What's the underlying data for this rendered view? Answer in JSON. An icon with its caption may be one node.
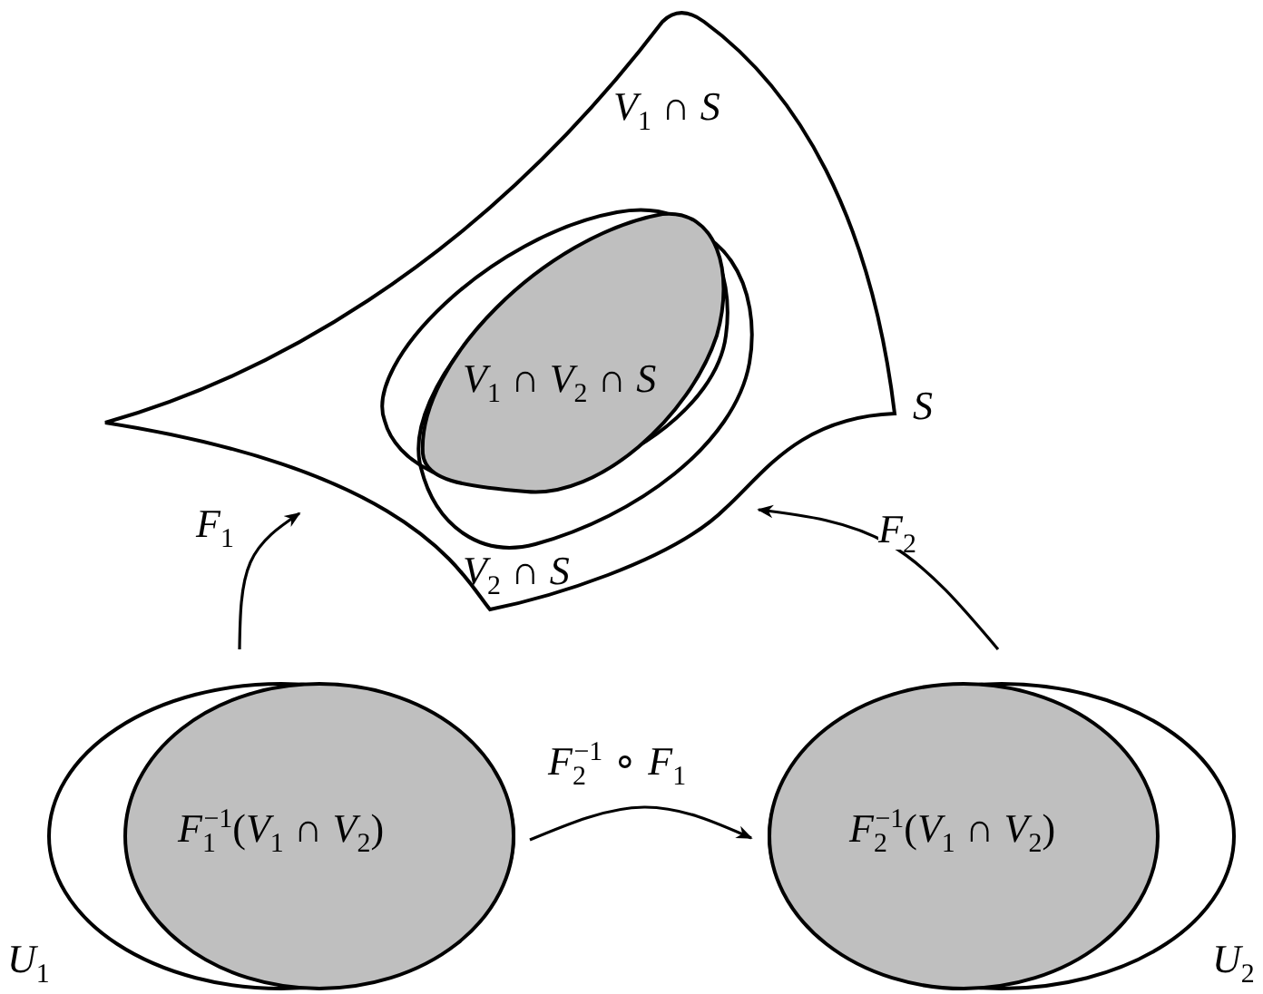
{
  "diagram": {
    "nodes": [
      {
        "text": [
          "*S*"
        ]
      },
      {
        "text": [
          "*V*$_{1}$ ∩ *S*"
        ],
        "in": 0
      },
      {
        "text": [
          "*V*$_{2}$ ∩ *S*"
        ],
        "in": 0
      },
      {
        "text": [
          "*V*$_{1}$ ∩ *V*$_{2}$ ∩ *S*"
        ],
        "in": 2
      },
      {
        "text": [
          "*U*$_{1}$"
        ]
      },
      {
        "text": [
          "*F*$_{1}$$^{−1}$(*V*$_{1}$ ∩ *V*$_{2}$)"
        ],
        "in": 4
      },
      {
        "text": [
          "*U*$_{2}$"
        ]
      },
      {
        "text": [
          "*F*$_{2}$$^{−1}$(*V*$_{1}$ ∩ *V*$_{2}$)"
        ],
        "in": 6
      }
    ],
    "edges": [
      {
        "from": 4,
        "to": 0,
        "arrow": "to",
        "label": "*F*$_{1}$"
      },
      {
        "from": 6,
        "to": 0,
        "arrow": "to",
        "label": "*F*$_{2}$"
      },
      {
        "from": 5,
        "to": 7,
        "arrow": "to",
        "label": "*F*$_{2}$$^{−1}$ ∘ *F*$_{1}$"
      }
    ]
  }
}
